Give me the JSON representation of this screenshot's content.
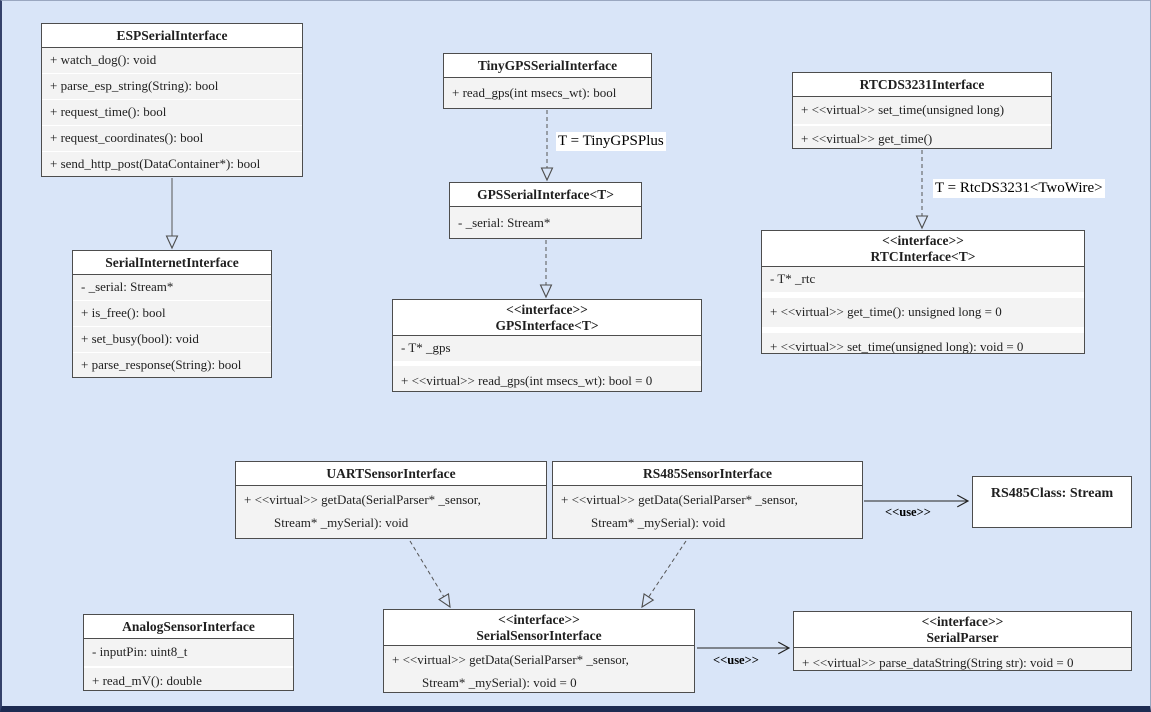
{
  "diagram": {
    "type": "uml-class-diagram",
    "background_color": "#d9e5f8",
    "box_title_bg": "#ffffff",
    "box_body_bg": "#f3f3f3",
    "classes": [
      {
        "title": "ESPSerialInterface",
        "rows": [
          "+ watch_dog(): void",
          "+ parse_esp_string(String): bool",
          "+ request_time(): bool",
          "+ request_coordinates(): bool",
          "+ send_http_post(DataContainer*): bool"
        ]
      },
      {
        "title": "SerialInternetInterface",
        "rows": [
          "- _serial: Stream*",
          "+ is_free(): bool",
          "+ set_busy(bool): void",
          "+ parse_response(String): bool"
        ]
      },
      {
        "title": "TinyGPSSerialInterface",
        "rows": [
          "+ read_gps(int msecs_wt): bool"
        ]
      },
      {
        "title": "GPSSerialInterface<T>",
        "rows": [
          "- _serial: Stream*"
        ]
      },
      {
        "stereotype": "<<interface>>",
        "title": "GPSInterface<T>",
        "rows": [
          "- T* _gps",
          "+ <<virtual>> read_gps(int msecs_wt): bool = 0"
        ]
      },
      {
        "title": "RTCDS3231Interface",
        "rows": [
          "+ <<virtual>> set_time(unsigned long)",
          "+ <<virtual>> get_time()"
        ]
      },
      {
        "stereotype": "<<interface>>",
        "title": "RTCInterface<T>",
        "rows": [
          "- T* _rtc",
          "+ <<virtual>> get_time(): unsigned long = 0",
          "+ <<virtual>> set_time(unsigned long): void = 0"
        ]
      },
      {
        "title": "UARTSensorInterface",
        "rows": [
          "+ <<virtual>> getData(SerialParser* _sensor,",
          "Stream* _mySerial): void"
        ]
      },
      {
        "title": "RS485SensorInterface",
        "rows": [
          "+ <<virtual>> getData(SerialParser* _sensor,",
          "Stream* _mySerial): void"
        ]
      },
      {
        "title": "RS485Class: Stream",
        "rows": []
      },
      {
        "title": "AnalogSensorInterface",
        "rows": [
          "- inputPin: uint8_t",
          "+ read_mV(): double"
        ]
      },
      {
        "stereotype": "<<interface>>",
        "title": "SerialSensorInterface",
        "rows": [
          "+ <<virtual>> getData(SerialParser* _sensor,",
          "Stream* _mySerial): void = 0"
        ]
      },
      {
        "stereotype": "<<interface>>",
        "title": "SerialParser",
        "rows": [
          "+ <<virtual>> parse_dataString(String str): void = 0"
        ]
      }
    ],
    "edge_labels": {
      "tinygps_binding": "T = TinyGPSPlus",
      "rtc_binding": "T = RtcDS3231<TwoWire>",
      "use_rs485": "<<use>>",
      "use_parser": "<<use>>"
    },
    "edges": [
      {
        "from": "ESPSerialInterface",
        "to": "SerialInternetInterface",
        "type": "generalization"
      },
      {
        "from": "TinyGPSSerialInterface",
        "to": "GPSSerialInterface<T>",
        "type": "realization",
        "label": "T = TinyGPSPlus"
      },
      {
        "from": "GPSSerialInterface<T>",
        "to": "GPSInterface<T>",
        "type": "realization"
      },
      {
        "from": "RTCDS3231Interface",
        "to": "RTCInterface<T>",
        "type": "realization",
        "label": "T = RtcDS3231<TwoWire>"
      },
      {
        "from": "UARTSensorInterface",
        "to": "SerialSensorInterface",
        "type": "realization"
      },
      {
        "from": "RS485SensorInterface",
        "to": "SerialSensorInterface",
        "type": "realization"
      },
      {
        "from": "RS485SensorInterface",
        "to": "RS485Class: Stream",
        "type": "dependency",
        "label": "<<use>>"
      },
      {
        "from": "SerialSensorInterface",
        "to": "SerialParser",
        "type": "dependency",
        "label": "<<use>>"
      }
    ]
  }
}
